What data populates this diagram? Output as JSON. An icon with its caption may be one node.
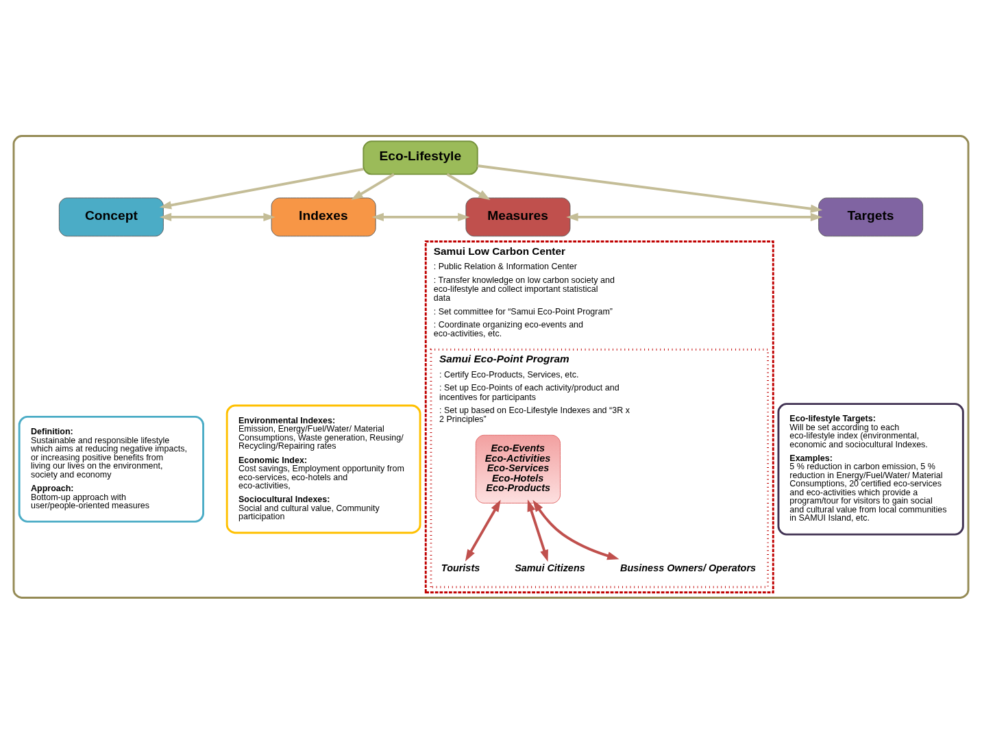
{
  "diagram": {
    "nodes": [
      {
        "text": [],
        "shape": "box"
      },
      {
        "text": [
          "Eco-Lifestyle"
        ],
        "in": 0
      },
      {
        "text": [
          "Concept"
        ],
        "in": 0
      },
      {
        "text": [
          "Indexes"
        ],
        "in": 0
      },
      {
        "text": [
          "Measures"
        ],
        "in": 0
      },
      {
        "text": [
          "Targets"
        ],
        "in": 0
      },
      {
        "text": [
          "**Definition:** Sustainable and responsible lifestyle which aims at reducing negative impacts, or increasing positive benefits from living our lives on the environment, society and economy",
          "**Approach:** Bottom-up approach with user/people-oriented measures"
        ],
        "in": 0
      },
      {
        "text": [
          "**Environmental Indexes:** Emission, Energy/Fuel/Water/ Material Consumptions, Waste generation, Reusing/ Recycling/Repairing rates",
          "**Economic Index:** Cost savings, Employment opportunity from eco-services, eco-hotels and eco-activities,",
          "**Sociocultural Indexes:** Social and cultural value, Community participation"
        ],
        "in": 0
      },
      {
        "text": [
          "Samui Low Carbon Center",
          ": Public Relation & Information Center",
          ": Transfer knowledge on low carbon society and eco-lifestyle and collect important statistical data",
          ": Set committee for “Samui Eco-Point Program”",
          ": Coordinate organizing eco-events and eco-activities, etc."
        ],
        "in": 0
      },
      {
        "text": [
          "Samui Eco-Point Program",
          ": Certify Eco-Products, Services, etc.",
          ": Set up Eco-Points of each activity/product and incentives for participants",
          ": Set up based on Eco-Lifestyle Indexes and “3R x 2 Principles”"
        ],
        "in": 8
      },
      {
        "text": [
          "Eco-Events",
          "Eco-Activities",
          "Eco-Services",
          "Eco-Hotels",
          "Eco-Products"
        ],
        "in": 9
      },
      {
        "text": [
          "Tourists"
        ],
        "in": 9
      },
      {
        "text": [
          "Samui Citizens"
        ],
        "in": 9
      },
      {
        "text": [
          "Business Owners/ Operators"
        ],
        "in": 9
      },
      {
        "text": [
          "**Eco-lifestyle Targets:** Will be set according to each eco-lifestyle index (environmental, economic and sociocultural Indexes.",
          "**Examples:** 5 % reduction in carbon emission, 5 % reduction in Energy/Fuel/Water/ Material Consumptions, 20 certified eco-services and eco-activities which provide a program/tour for visitors to gain social and cultural value from local communities in SAMUI Island, etc."
        ],
        "in": 0
      }
    ],
    "edges": [
      {
        "from": 1,
        "to": 2,
        "arrow": "to"
      },
      {
        "from": 1,
        "to": 3,
        "arrow": "to"
      },
      {
        "from": 1,
        "to": 4,
        "arrow": "to"
      },
      {
        "from": 1,
        "to": 5,
        "arrow": "to"
      },
      {
        "from": 2,
        "to": 3,
        "arrow": "both"
      },
      {
        "from": 3,
        "to": 4,
        "arrow": "both"
      },
      {
        "from": 4,
        "to": 5,
        "arrow": "both"
      },
      {
        "from": 10,
        "to": 11,
        "arrow": "both",
        "color": "#c0504d"
      },
      {
        "from": 10,
        "to": 12,
        "arrow": "both",
        "color": "#c0504d"
      },
      {
        "from": 10,
        "to": 13,
        "arrow": "both",
        "color": "#c0504d"
      }
    ]
  }
}
